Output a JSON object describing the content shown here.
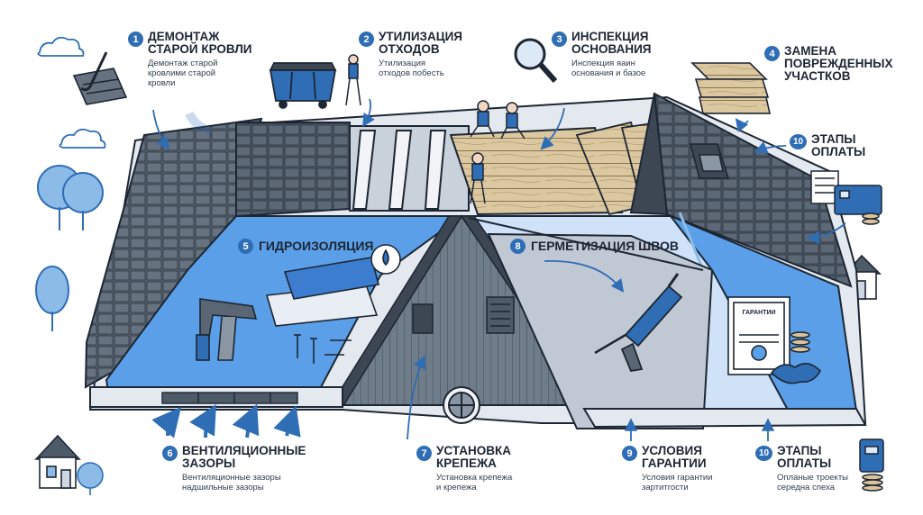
{
  "steps": [
    {
      "num": "1",
      "title1": "ДЕМОНТАЖ",
      "title2": "СТАРОЙ КРОВЛИ",
      "desc1": "Демонтаж старой",
      "desc2": "кровлими старой",
      "desc3": "кровли"
    },
    {
      "num": "2",
      "title1": "УТИЛИЗАЦИЯ",
      "title2": "ОТХОДОВ",
      "desc1": "Утилизация",
      "desc2": "отходов побесть"
    },
    {
      "num": "3",
      "title1": "ИНСПЕКЦИЯ",
      "title2": "ОСНОВАНИЯ",
      "desc1": "Инспекция яаин",
      "desc2": "основания и базое"
    },
    {
      "num": "4",
      "title1": "ЗАМЕНА",
      "title2": "ПОВРЕЖДЕННЫХ",
      "title3": "УЧАСТКОВ"
    },
    {
      "num": "5",
      "title1": "ГИДРОИЗОЛЯЦИЯ"
    },
    {
      "num": "6",
      "title1": "ВЕНТИЛЯЦИОННЫЕ",
      "title2": "ЗАЗОРЫ",
      "desc1": "Вентиляционные зазоры",
      "desc2": "надшильные зазоры"
    },
    {
      "num": "7",
      "title1": "УСТАНОВКА",
      "title2": "КРЕПЕЖА",
      "desc1": "Установка крепежа",
      "desc2": "и крепежа"
    },
    {
      "num": "8",
      "title1": "ГЕРМЕТИЗАЦИЯ ШВОВ"
    },
    {
      "num": "9",
      "title1": "УСЛОВИЯ",
      "title2": "ГАРАНТИИ",
      "desc1": "Условия гарантии",
      "desc2": "зартитгости"
    },
    {
      "num": "10",
      "title1": "ЭТАПЫ",
      "title2": "ОПЛАТЫ",
      "desc1": "Опланые троекты",
      "desc2": "середна спеха"
    },
    {
      "num": "10",
      "title1": "ЭТАПЫ",
      "title2": "ОПЛАТЫ"
    }
  ],
  "certificate": {
    "label": "ГАРАНТИИ"
  },
  "colors": {
    "accent": "#2f6db5",
    "membrane": "#5a9fe8",
    "shingle": "#4d5a68",
    "wood": "#d9c49c",
    "outline": "#1d2633"
  }
}
